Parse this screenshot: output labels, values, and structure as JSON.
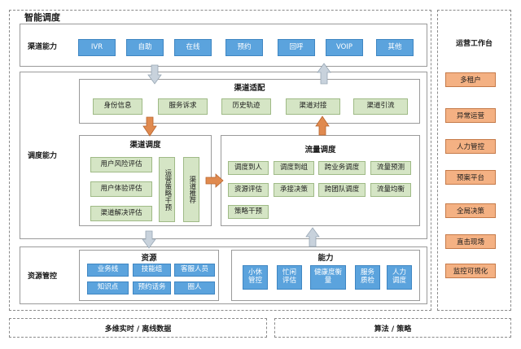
{
  "header": {
    "title": "智能调度"
  },
  "channel_capability": {
    "label": "渠道能力",
    "items": [
      "IVR",
      "自助",
      "在线",
      "预约",
      "回呼",
      "VOIP",
      "其他"
    ]
  },
  "dispatch_capability": {
    "label": "调度能力"
  },
  "channel_adaptation": {
    "title": "渠道适配",
    "items": [
      "身份信息",
      "服务诉求",
      "历史轨迹",
      "渠道对接",
      "渠道引流"
    ]
  },
  "channel_scheduling": {
    "title": "渠道调度",
    "items": [
      "用户风险评估",
      "用户体验评估",
      "渠道解决评估"
    ],
    "ops_intervention": "运营策略干预",
    "channel_recommendation": "渠道推荐"
  },
  "traffic_scheduling": {
    "title": "流量调度",
    "items": [
      "调度到人",
      "调度到组",
      "跨业务调度",
      "流量预测",
      "资源评估",
      "承接决策",
      "跨团队调度",
      "流量均衡",
      "策略干预"
    ]
  },
  "resource_management": {
    "label": "资源管控"
  },
  "resources": {
    "title": "资源",
    "items": [
      "业务线",
      "技能组",
      "客服人员",
      "知识点",
      "预约话务",
      "圈人"
    ]
  },
  "abilities": {
    "title": "能力",
    "items": [
      "小休管控",
      "忙闲评估",
      "健康度衡量",
      "服务质检",
      "人力调度"
    ]
  },
  "ops_workbench": {
    "title": "运营工作台",
    "items": [
      "多租户",
      "异常运营",
      "人力管控",
      "预案平台",
      "全局决策",
      "直击现场",
      "监控可视化"
    ]
  },
  "footer": {
    "left": "多维实时 / 离线数据",
    "right": "算法 / 策略"
  },
  "colors": {
    "blue_box": "#5ba3dd",
    "green_box": "#d5e5c5",
    "orange_box": "#f4b183",
    "arrow_gray": "#c8d2dc",
    "arrow_orange": "#e08a4f"
  }
}
